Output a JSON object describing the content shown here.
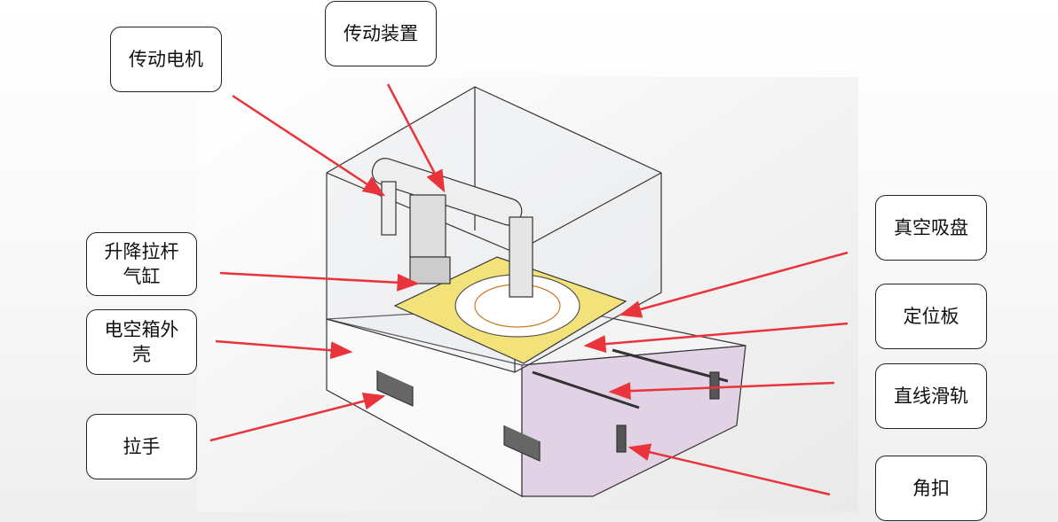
{
  "labels": {
    "motor": "传动电机",
    "transmission": "传动装置",
    "cylinder": "升降拉杆气缸",
    "housing": "电空箱外壳",
    "handle": "拉手",
    "vacuum_cup": "真空吸盘",
    "positioning_plate": "定位板",
    "linear_rail": "直线滑轨",
    "corner_latch": "角扣"
  },
  "colors": {
    "arrow": "#e8343a",
    "plate": "#f3e27a",
    "side_panel": "#e2d2e6"
  }
}
